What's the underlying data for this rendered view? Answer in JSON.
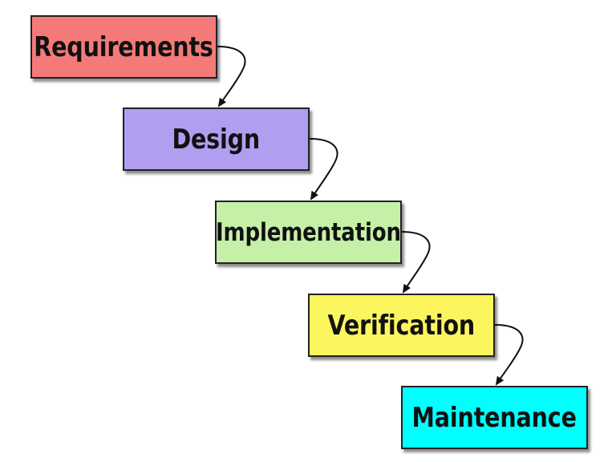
{
  "diagram": {
    "stages": [
      {
        "label": "Requirements",
        "color": "#f47a7a"
      },
      {
        "label": "Design",
        "color": "#b19ef0"
      },
      {
        "label": "Implementation",
        "color": "#c6f0a8"
      },
      {
        "label": "Verification",
        "color": "#fbf65e"
      },
      {
        "label": "Maintenance",
        "color": "#00ffff"
      }
    ],
    "connector_color": "#111111"
  }
}
